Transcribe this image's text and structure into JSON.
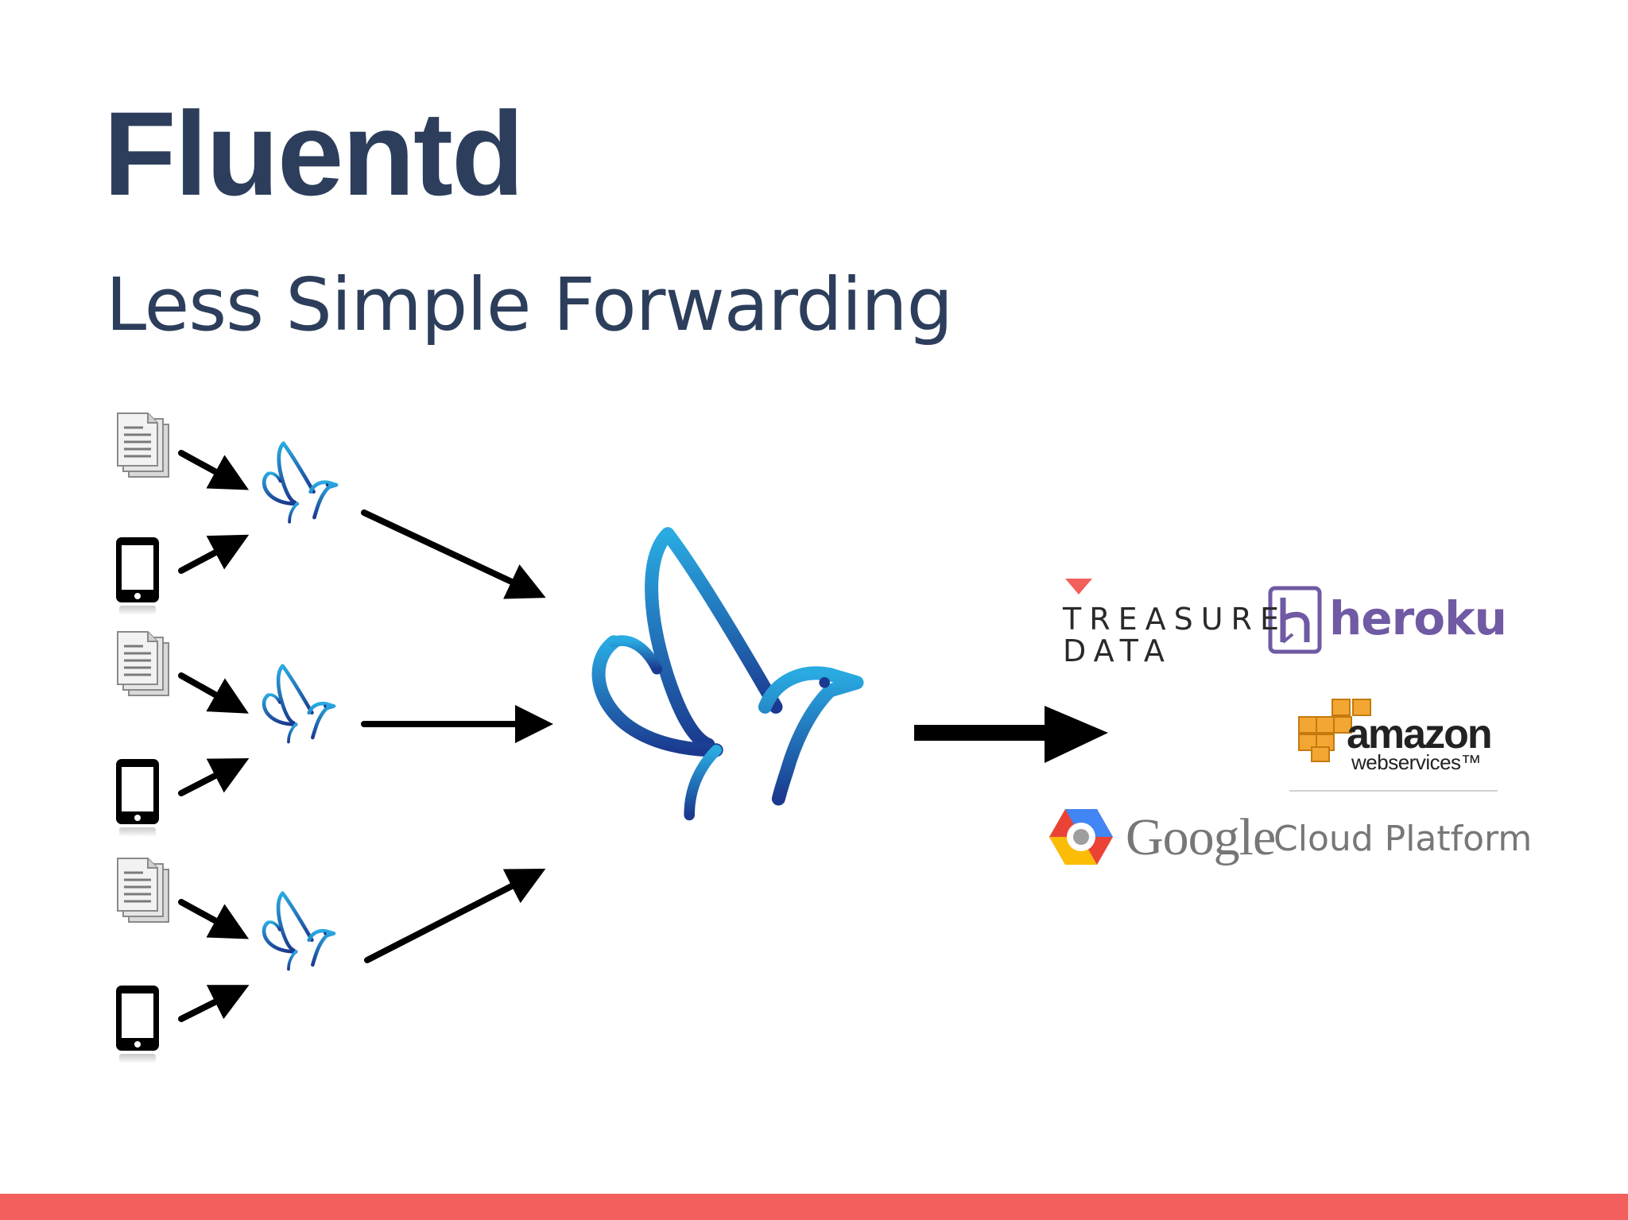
{
  "slide": {
    "title": "Fluentd",
    "subtitle": "Less Simple Forwarding"
  },
  "colors": {
    "heading": "#2c3e5b",
    "accent_bar": "#f25f5c",
    "bird_light": "#29abe2",
    "bird_dark": "#1b3a8f",
    "arrow": "#000000"
  },
  "sources": [
    {
      "type": "document",
      "icon": "document-stack-icon"
    },
    {
      "type": "phone",
      "icon": "smartphone-icon"
    },
    {
      "type": "document",
      "icon": "document-stack-icon"
    },
    {
      "type": "phone",
      "icon": "smartphone-icon"
    },
    {
      "type": "document",
      "icon": "document-stack-icon"
    },
    {
      "type": "phone",
      "icon": "smartphone-icon"
    }
  ],
  "forwarders": [
    "fluentd-bird-icon",
    "fluentd-bird-icon",
    "fluentd-bird-icon"
  ],
  "aggregator": "fluentd-bird-icon",
  "destinations": {
    "treasure_data": {
      "line1": "TREASURE",
      "line2": "DATA"
    },
    "heroku": {
      "name": "heroku"
    },
    "aws": {
      "line1": "amazon",
      "line2": "webservices™"
    },
    "gcp": {
      "google": "Google",
      "product": "Cloud Platform"
    }
  }
}
